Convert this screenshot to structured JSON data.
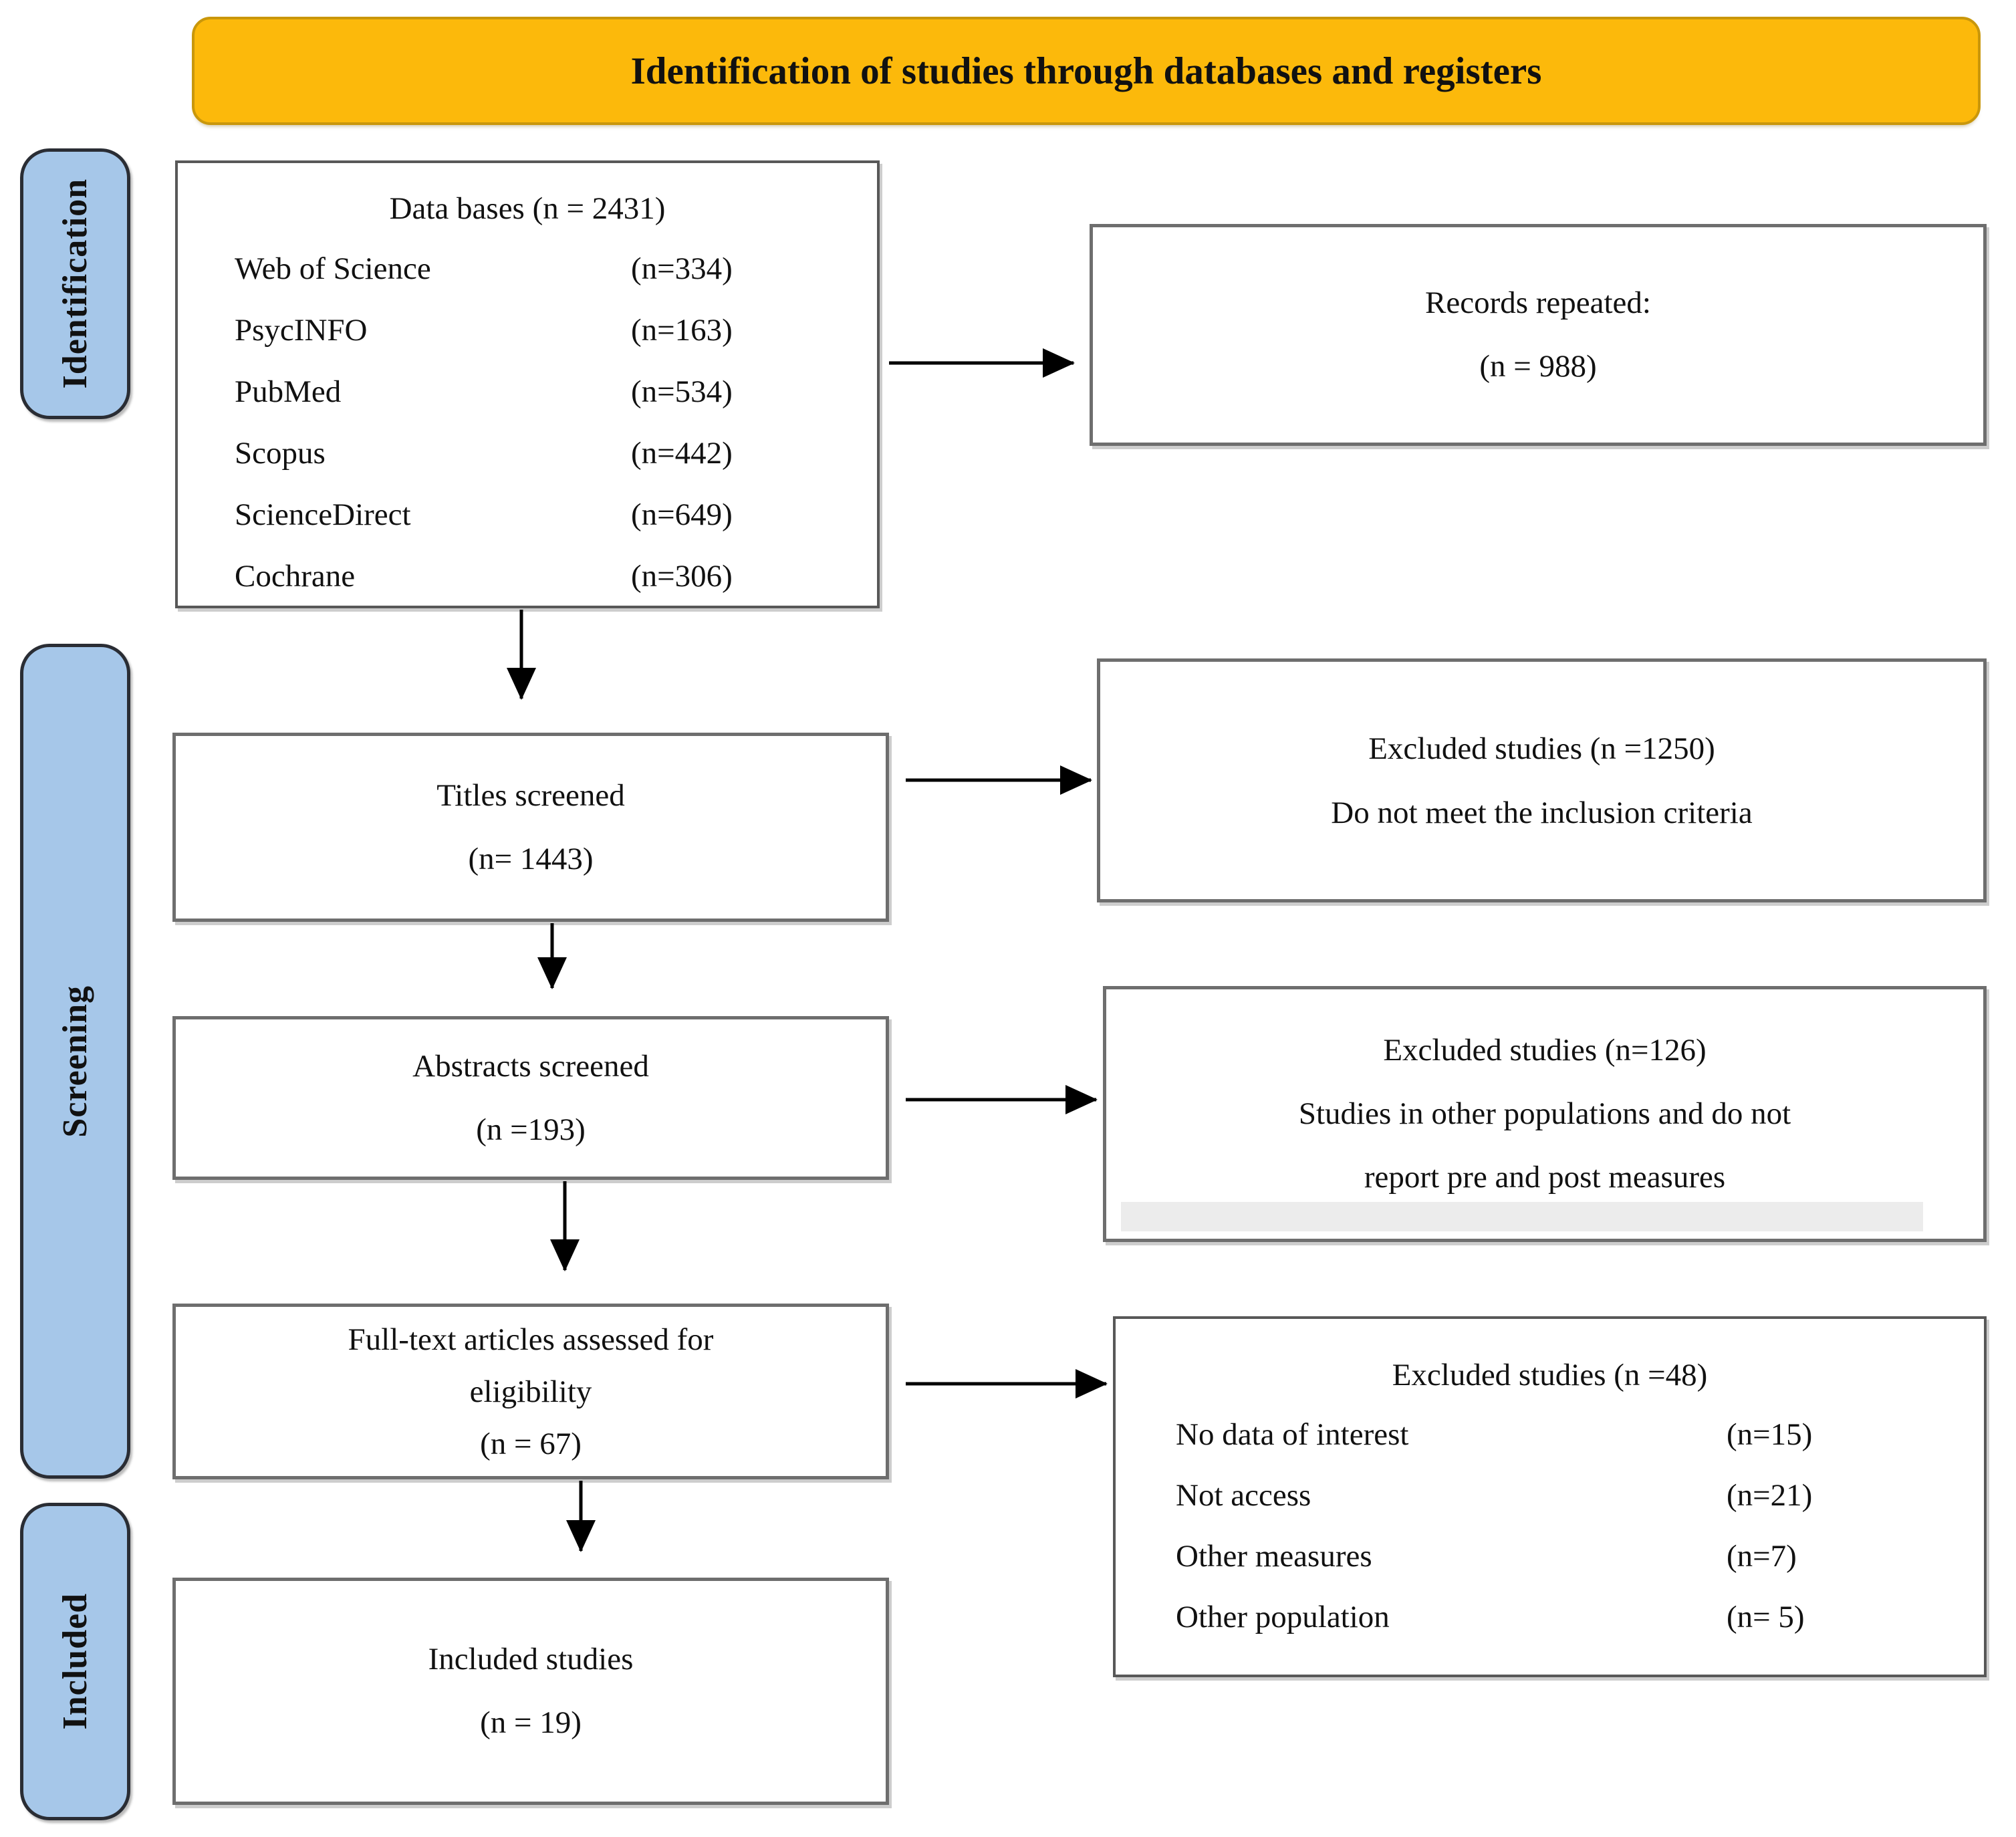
{
  "banner": {
    "title": "Identification of studies through databases and registers"
  },
  "stages": [
    {
      "label": "Identification"
    },
    {
      "label": "Screening"
    },
    {
      "label": "Included"
    }
  ],
  "boxes": {
    "databases": {
      "title": "Data bases (n = 2431)",
      "rows": [
        {
          "label": "Web of Science",
          "value": "(n=334)"
        },
        {
          "label": "PsycINFO",
          "value": "(n=163)"
        },
        {
          "label": "PubMed",
          "value": "(n=534)"
        },
        {
          "label": "Scopus",
          "value": "(n=442)"
        },
        {
          "label": "ScienceDirect",
          "value": "(n=649)"
        },
        {
          "label": "Cochrane",
          "value": "(n=306)"
        }
      ]
    },
    "records_repeated": {
      "lines": [
        "Records repeated:",
        "(n = 988)"
      ]
    },
    "titles_screened": {
      "lines": [
        "Titles screened",
        "(n= 1443)"
      ]
    },
    "excluded_titles": {
      "lines": [
        "Excluded studies (n =1250)",
        "Do not meet the inclusion criteria"
      ]
    },
    "abstracts_screened": {
      "lines": [
        "Abstracts screened",
        "(n =193)"
      ]
    },
    "excluded_abstracts": {
      "lines": [
        "Excluded studies (n=126)",
        "Studies in other populations and do not",
        "report pre and post measures"
      ]
    },
    "full_text": {
      "lines": [
        "Full-text articles assessed for",
        "eligibility",
        "(n = 67)"
      ]
    },
    "excluded_full_text": {
      "title": "Excluded studies (n =48)",
      "rows": [
        {
          "label": "No data of interest",
          "value": "(n=15)"
        },
        {
          "label": "Not access",
          "value": "(n=21)"
        },
        {
          "label": "Other measures",
          "value": "(n=7)"
        },
        {
          "label": "Other population",
          "value": "(n= 5)"
        }
      ]
    },
    "included_studies": {
      "lines": [
        "Included studies",
        "(n = 19)"
      ]
    }
  },
  "colors": {
    "banner_bg": "#FCB90B",
    "banner_border": "#C9970B",
    "stage_bg": "#A6C7E9",
    "stage_border": "#2A2D34",
    "box_border": "#6E6E6E",
    "arrow": "#000000"
  }
}
